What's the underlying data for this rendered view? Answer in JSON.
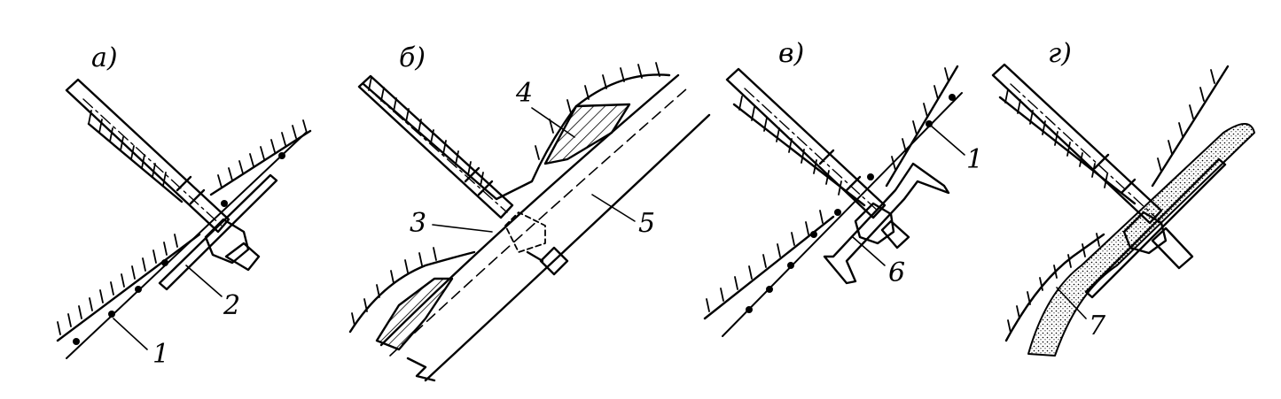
{
  "panels": [
    {
      "id": "a",
      "label": "а)"
    },
    {
      "id": "b",
      "label": "б)"
    },
    {
      "id": "v",
      "label": "в)"
    },
    {
      "id": "g",
      "label": "г)"
    }
  ],
  "callouts": {
    "c1a": "1",
    "c2": "2",
    "c3": "3",
    "c4": "4",
    "c5": "5",
    "c1v": "1",
    "c6": "6",
    "c7": "7"
  },
  "colors": {
    "ink": "#000000",
    "paper": "#ffffff"
  }
}
